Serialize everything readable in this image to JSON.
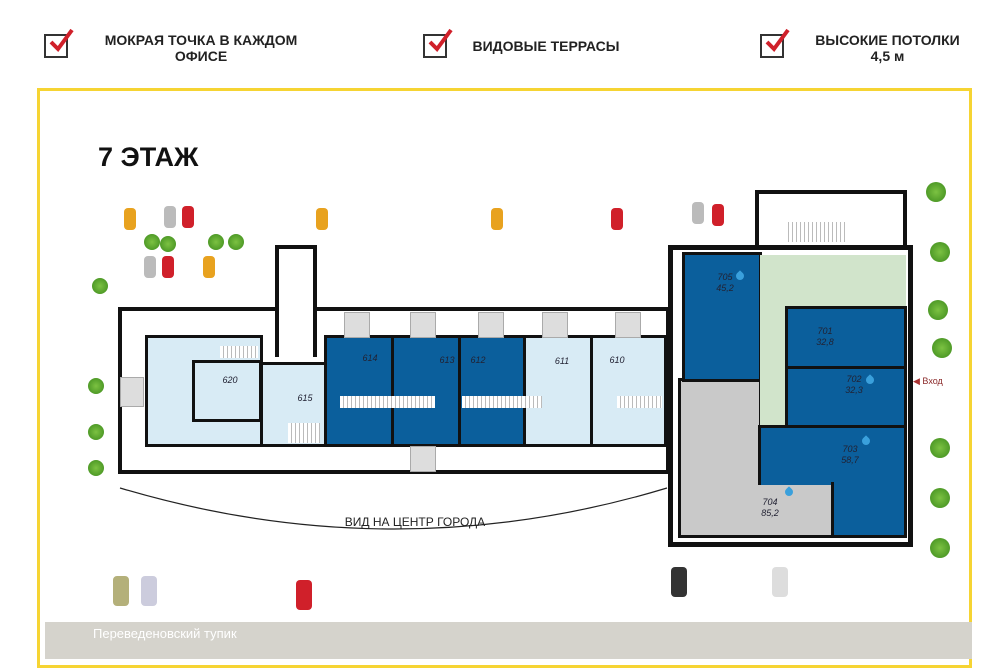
{
  "features": [
    {
      "label": "МОКРАЯ ТОЧКА В КАЖДОМ ОФИСЕ",
      "icon": "checkbox-checked-icon"
    },
    {
      "label": "ВИДОВЫЕ ТЕРРАСЫ",
      "icon": "checkbox-checked-icon"
    },
    {
      "label": "ВЫСОКИЕ ПОТОЛКИ 4,5 м",
      "icon": "checkbox-checked-icon"
    }
  ],
  "floor_title": "7 ЭТАЖ",
  "rooms_left": [
    {
      "number": "620"
    },
    {
      "number": "615"
    },
    {
      "number": "614"
    },
    {
      "number": "613"
    },
    {
      "number": "612"
    },
    {
      "number": "611"
    },
    {
      "number": "610"
    }
  ],
  "rooms_right": [
    {
      "number": "705",
      "area": "45,2"
    },
    {
      "number": "701",
      "area": "32,8"
    },
    {
      "number": "702",
      "area": "32,3"
    },
    {
      "number": "703",
      "area": "58,7"
    },
    {
      "number": "704",
      "area": "85,2"
    }
  ],
  "entrance_label": "Вход",
  "view_label": "ВИД НА ЦЕНТР ГОРОДА",
  "street_name": "Переведеновский тупик",
  "colors": {
    "occupied": "#0b5f9c",
    "free": "#d8ebf5",
    "common": "#d1e4cb",
    "other": "#c9c9c9",
    "accent": "#f6d433",
    "check": "#d0202a"
  }
}
